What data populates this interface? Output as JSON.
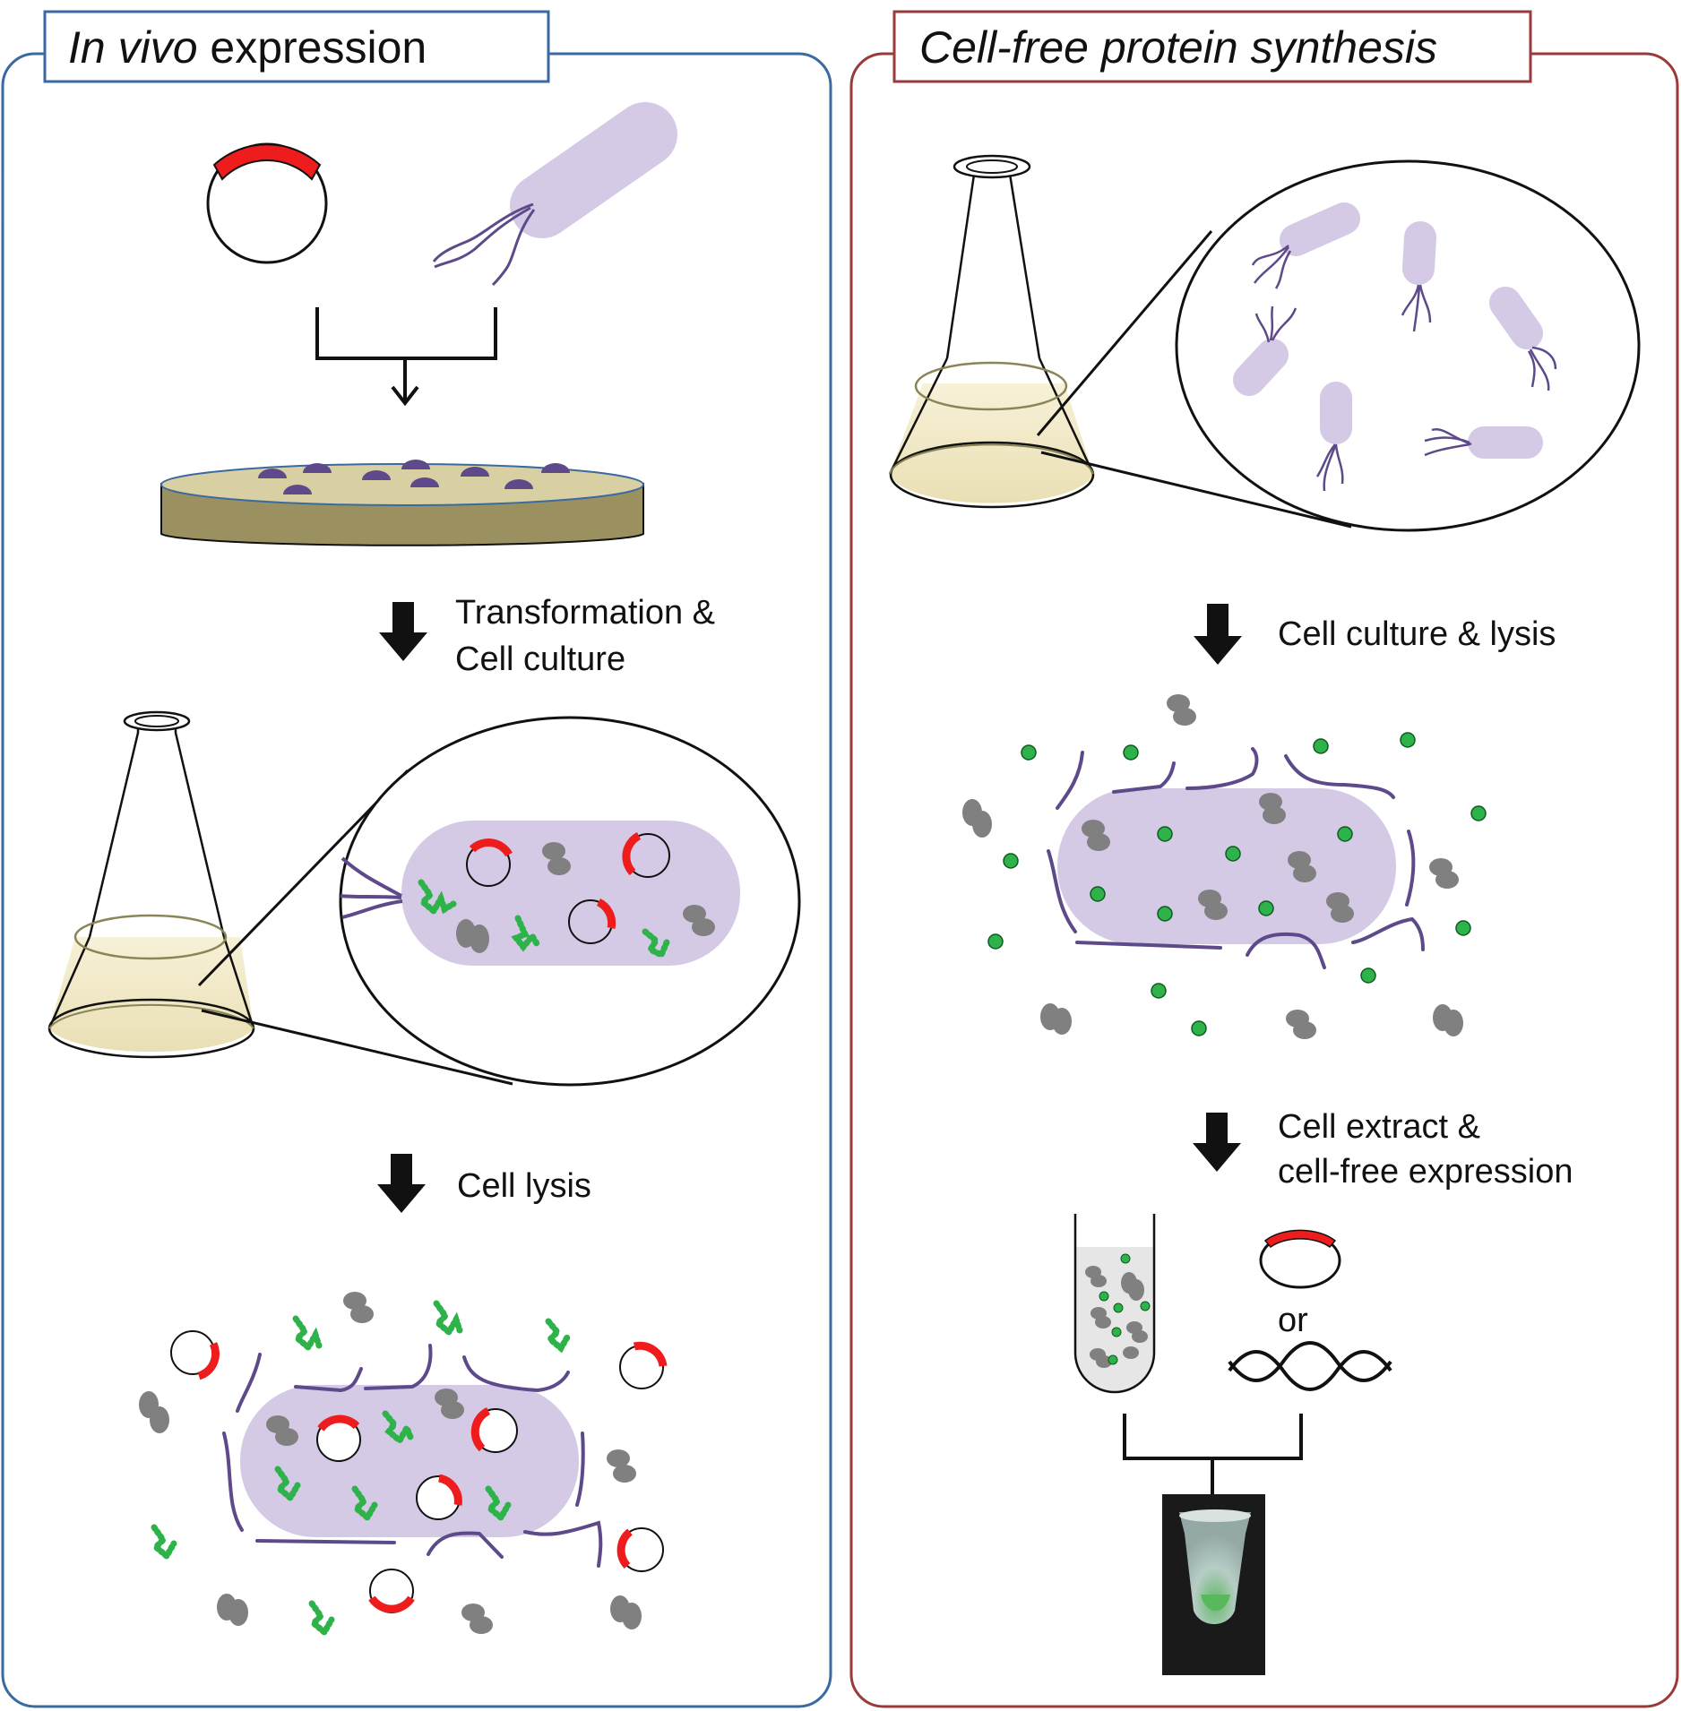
{
  "left_panel": {
    "title_italic": "In vivo",
    "title_rest": " expression",
    "border_color": "#3a6aa0",
    "step1_line1": "Transformation &",
    "step1_line2": "Cell culture",
    "step2": "Cell lysis"
  },
  "right_panel": {
    "title": "Cell-free protein synthesis",
    "border_color": "#9a3a3a",
    "step1": "Cell culture & lysis",
    "step2_line1": "Cell extract &",
    "step2_line2": "cell-free expression",
    "or_label": "or"
  },
  "colors": {
    "cell": "#d4cae6",
    "flagella": "#5e4a8a",
    "plasmid_insert": "#ee1c1c",
    "protein": "#2db34a",
    "ribosome": "#808080",
    "agar": "#9b9160",
    "media": "#f2ebcd"
  }
}
